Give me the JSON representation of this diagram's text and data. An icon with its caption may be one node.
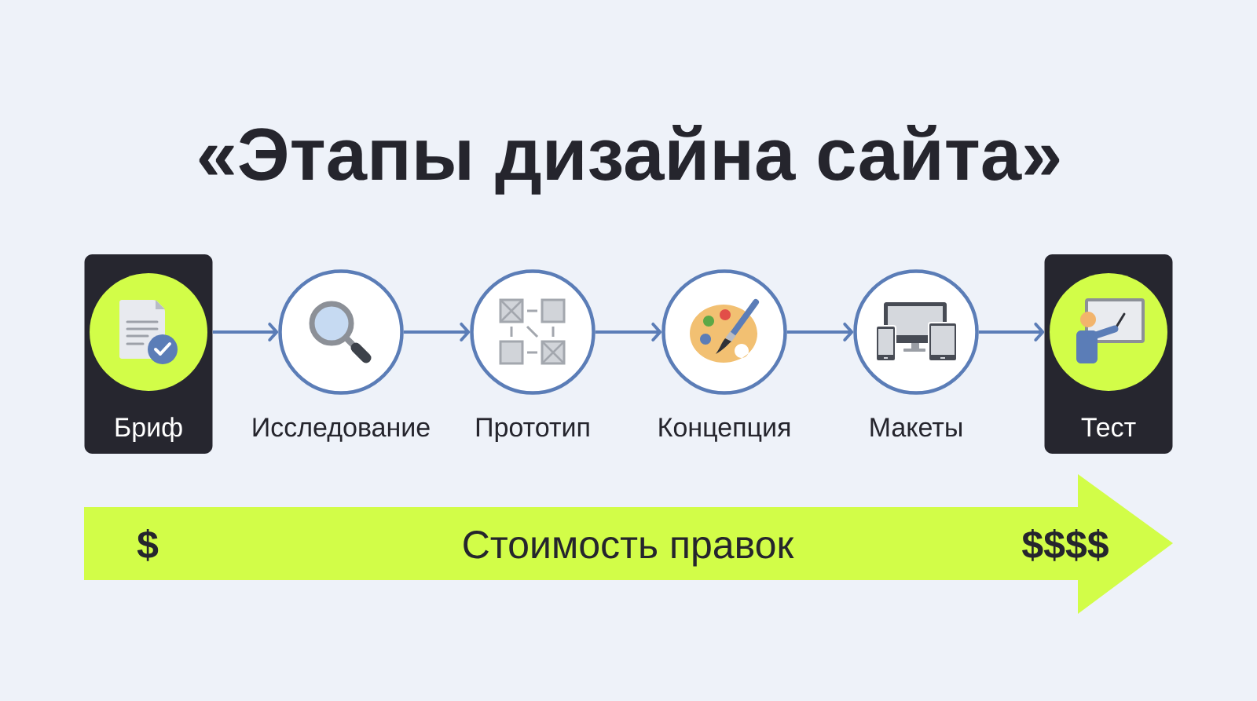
{
  "diagram": {
    "title": "«Этапы дизайна сайта»",
    "nodes": [
      {
        "text": [
          "Бриф"
        ]
      },
      {
        "text": [
          "Исследование"
        ]
      },
      {
        "text": [
          "Прототип"
        ]
      },
      {
        "text": [
          "Концепция"
        ]
      },
      {
        "text": [
          "Макеты"
        ]
      },
      {
        "text": [
          "Тест"
        ]
      },
      {
        "text": [
          "$",
          "Стоимость правок",
          "$$$$"
        ]
      }
    ],
    "edges": [
      {
        "from": 0,
        "to": 1,
        "arrow": "to"
      },
      {
        "from": 1,
        "to": 2,
        "arrow": "to"
      },
      {
        "from": 2,
        "to": 3,
        "arrow": "to"
      },
      {
        "from": 3,
        "to": 4,
        "arrow": "to"
      },
      {
        "from": 4,
        "to": 5,
        "arrow": "to"
      }
    ]
  }
}
